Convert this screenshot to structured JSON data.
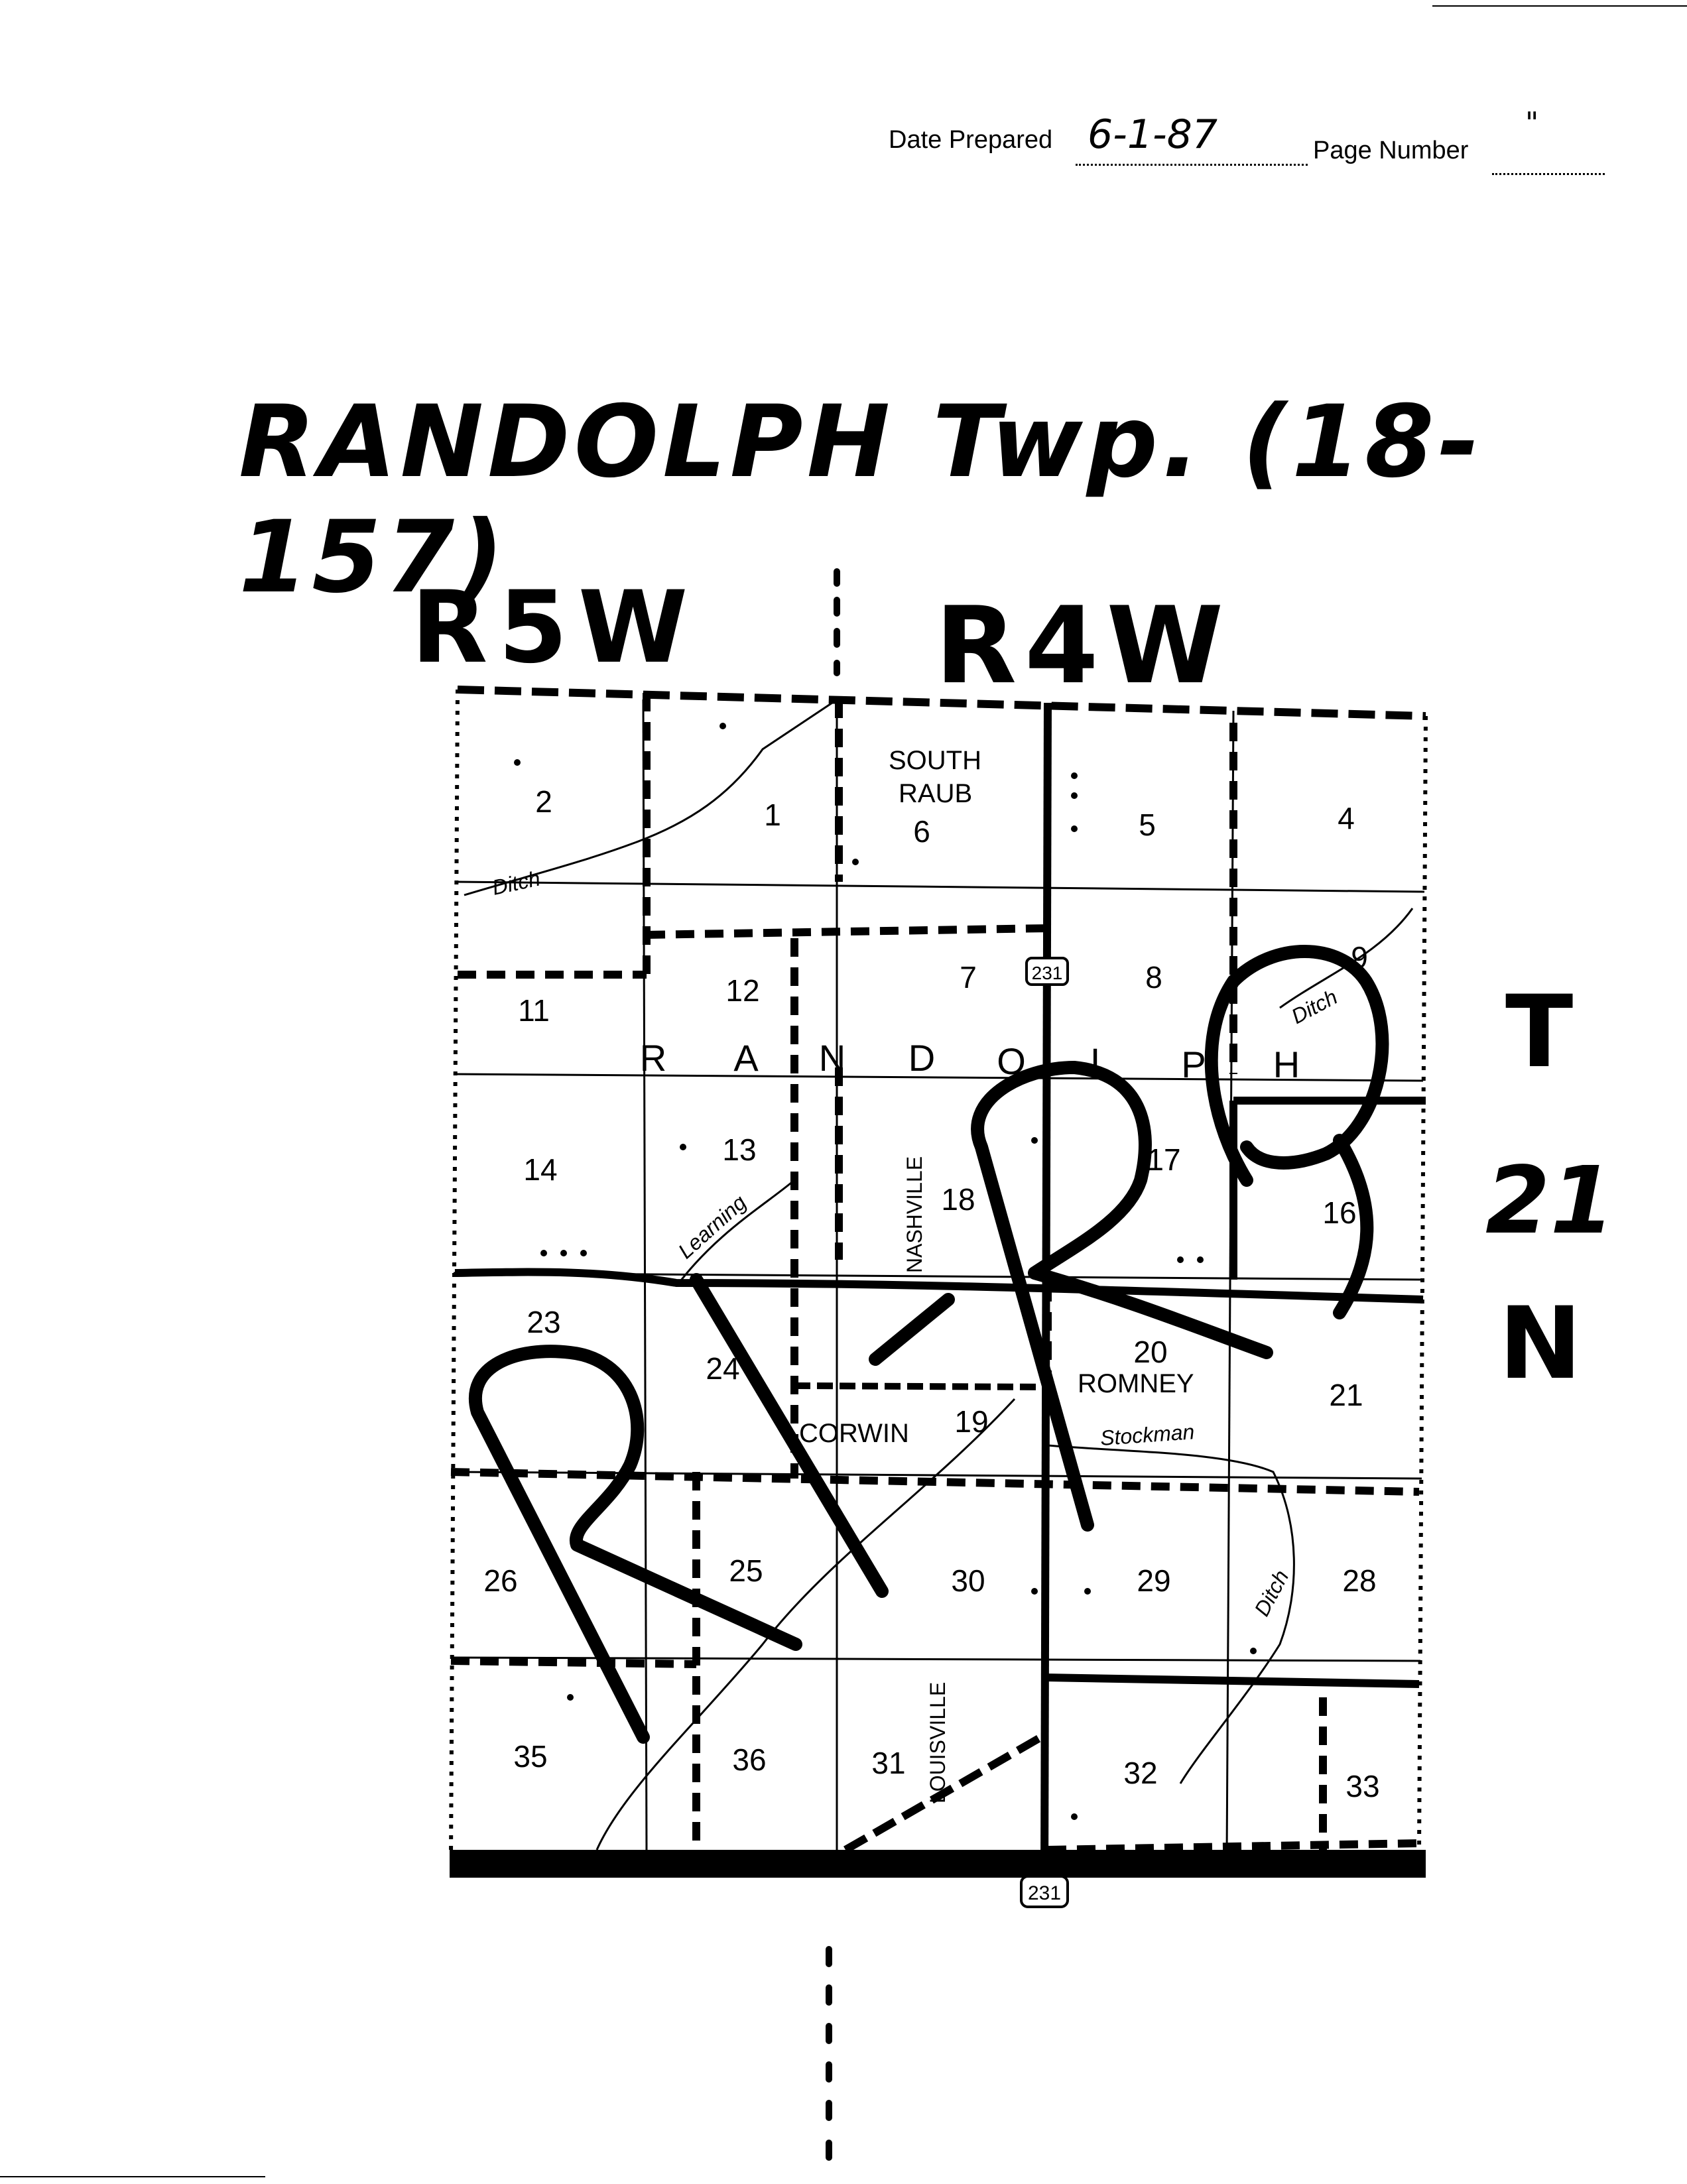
{
  "header": {
    "date_label": "Date Prepared",
    "date_value": "6-1-87",
    "page_label": "Page Number",
    "page_value": "\""
  },
  "title": "RANDOLPH Twp. (18-157)",
  "ranges": {
    "left": "R5W",
    "right": "R4W"
  },
  "township": [
    "T",
    "21",
    "N"
  ],
  "map": {
    "township_name": "RANDOLPH",
    "township_letters": [
      "R",
      "A",
      "N",
      "D",
      "O",
      "L",
      "P",
      "H"
    ],
    "places": [
      "SOUTH",
      "RAUB",
      "ROMNEY",
      "CORWIN"
    ],
    "roads": [
      "NASHVILLE",
      "LOUISVILLE",
      "231",
      "231"
    ],
    "waterways": [
      "Ditch",
      "Ditch",
      "Ditch",
      "Learning",
      "Stockman"
    ],
    "sections": [
      "2",
      "1",
      "6",
      "5",
      "4",
      "11",
      "12",
      "7",
      "8",
      "9",
      "14",
      "13",
      "18",
      "17",
      "16",
      "23",
      "24",
      "19",
      "20",
      "21",
      "26",
      "25",
      "30",
      "29",
      "28",
      "35",
      "36",
      "31",
      "32",
      "33"
    ],
    "colors": {
      "ink": "#000000",
      "paper": "#ffffff"
    }
  }
}
